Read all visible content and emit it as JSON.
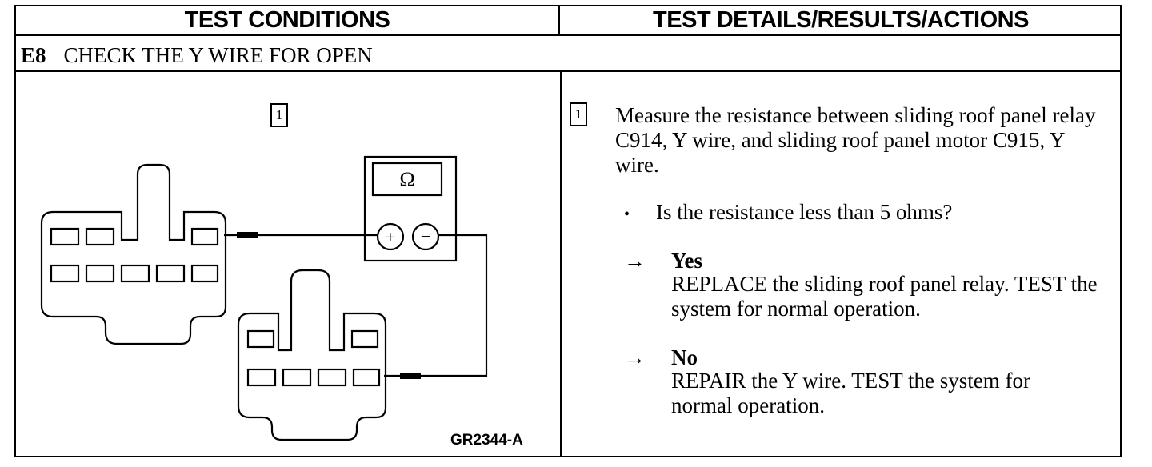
{
  "header": {
    "left_title": "TEST CONDITIONS",
    "right_title": "TEST DETAILS/RESULTS/ACTIONS"
  },
  "step": {
    "id": "E8",
    "title": "CHECK THE Y WIRE FOR OPEN"
  },
  "figure": {
    "step_marker": "1",
    "meter_symbol": "Ω",
    "plus_symbol": "+",
    "minus_symbol": "−",
    "label": "GR2344-A"
  },
  "details": {
    "step_marker": "1",
    "instruction": "Measure the resistance between sliding roof panel relay C914, Y wire, and sliding roof panel motor C915, Y wire.",
    "question_bullet": "•",
    "question": "Is the resistance less than 5 ohms?",
    "outcomes": [
      {
        "arrow": "→",
        "answer": "Yes",
        "action": "REPLACE the sliding roof panel relay. TEST the system for normal operation."
      },
      {
        "arrow": "→",
        "answer": "No",
        "action": "REPAIR the Y wire. TEST the system for normal operation."
      }
    ]
  }
}
